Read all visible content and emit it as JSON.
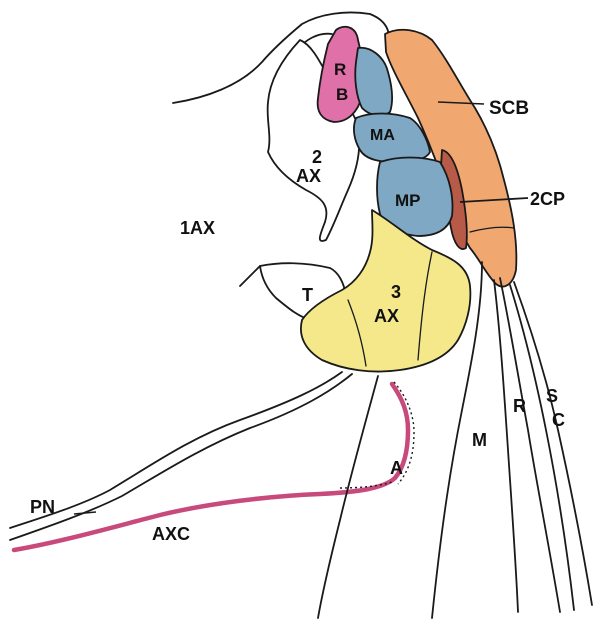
{
  "labels": {
    "rb_r": "R",
    "rb_b": "B",
    "scb": "SCB",
    "ma": "MA",
    "ax2_num": "2",
    "ax2_ax": "AX",
    "mp": "MP",
    "cp2": "2CP",
    "ax1": "1AX",
    "t": "T",
    "ax3_num": "3",
    "ax3_ax": "AX",
    "r": "R",
    "sc_s": "S",
    "sc_c": "C",
    "m": "M",
    "a": "A",
    "pn": "PN",
    "axc": "AXC"
  },
  "colors": {
    "rb": "#e070a8",
    "ma_mp": "#7fa8c4",
    "scb": "#f0a870",
    "cp2": "#b85a48",
    "ax3": "#f4e88a",
    "axc_nerve": "#c84a7c",
    "outline": "#1a1a1a",
    "background": "#ffffff"
  }
}
